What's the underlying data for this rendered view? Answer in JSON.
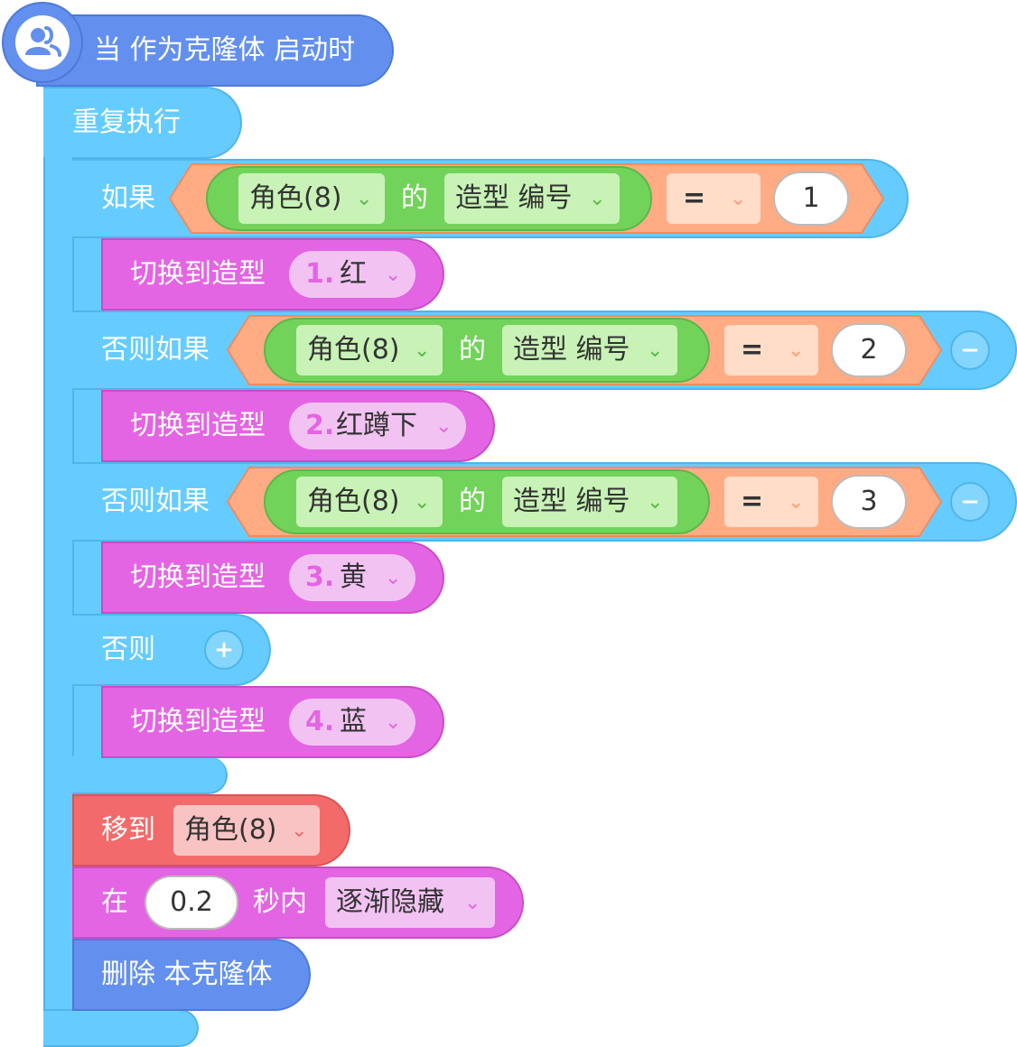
{
  "hat": {
    "label": "当 作为克隆体 启动时",
    "icon": "clone-users-icon"
  },
  "forever": {
    "label": "重复执行"
  },
  "if_chain": {
    "if_label": "如果",
    "elif_label": "否则如果",
    "else_label": "否则",
    "of_label": "的",
    "conditions": [
      {
        "sprite": "角色(8)",
        "property": "造型 编号",
        "op": "=",
        "value": "1"
      },
      {
        "sprite": "角色(8)",
        "property": "造型 编号",
        "op": "=",
        "value": "2"
      },
      {
        "sprite": "角色(8)",
        "property": "造型 编号",
        "op": "=",
        "value": "3"
      }
    ],
    "switch_label": "切换到造型",
    "costumes": [
      {
        "num": "1.",
        "name": "红"
      },
      {
        "num": "2.",
        "name": "红蹲下"
      },
      {
        "num": "3.",
        "name": "黄"
      },
      {
        "num": "4.",
        "name": "蓝"
      }
    ],
    "remove_symbol": "−",
    "add_symbol": "+"
  },
  "move": {
    "label": "移到",
    "target": "角色(8)"
  },
  "fade": {
    "prefix": "在",
    "seconds": "0.2",
    "mid": "秒内",
    "effect": "逐渐隐藏"
  },
  "delete": {
    "label": "删除 本克隆体"
  },
  "colors": {
    "event": "#6390ee",
    "control": "#66ccff",
    "looks": "#e465e3",
    "sensing": "#72d35a",
    "operator": "#ffab84",
    "motion": "#f36a6a"
  }
}
